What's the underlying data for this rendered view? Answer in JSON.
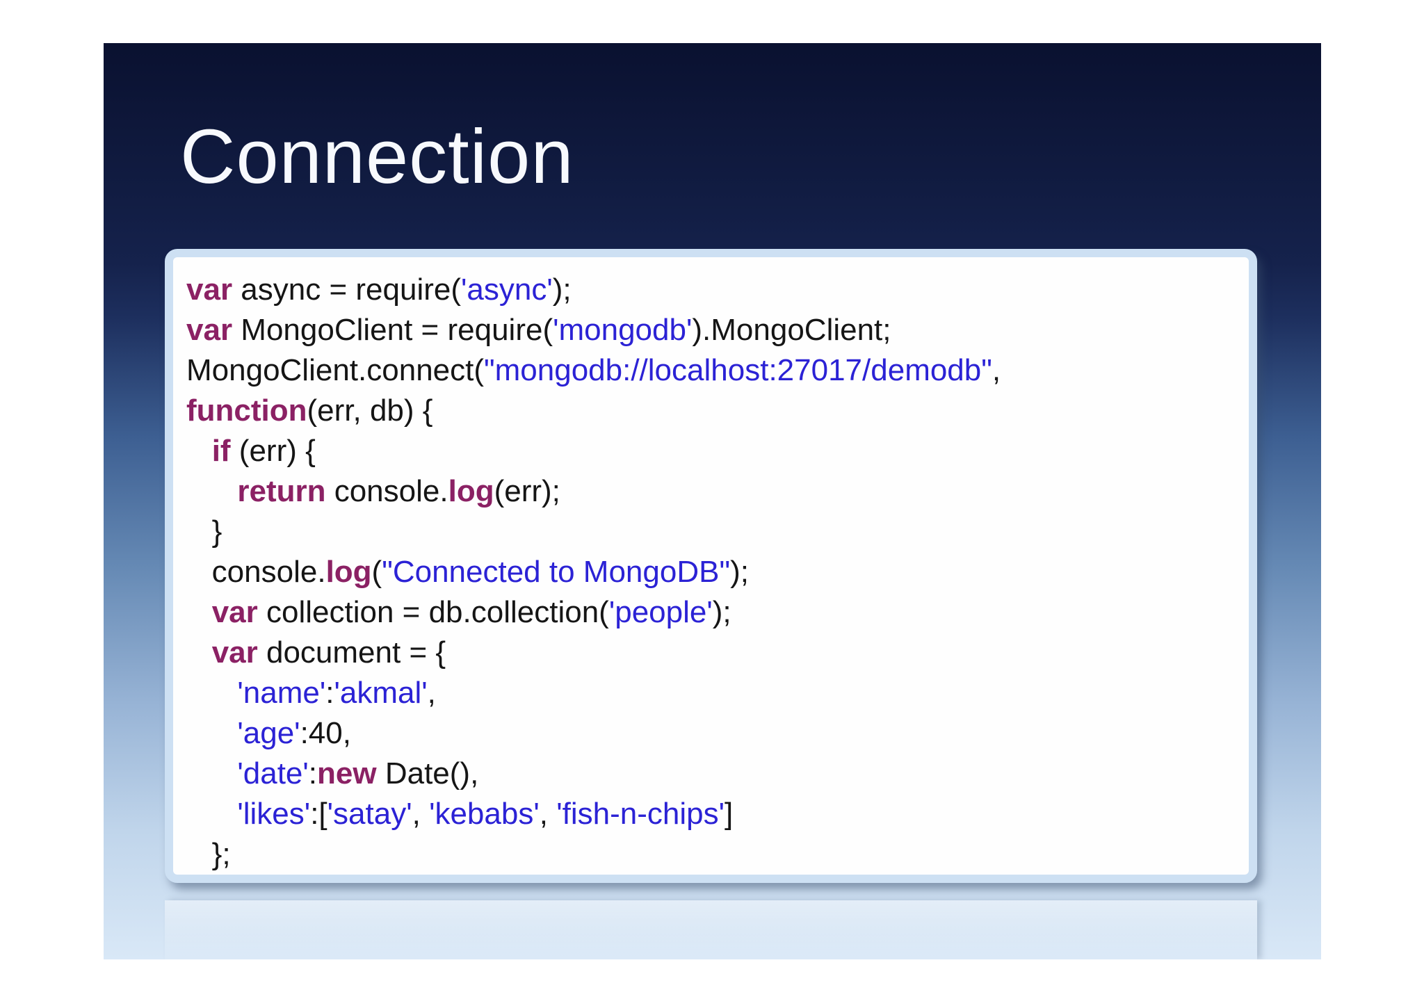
{
  "slide": {
    "title": "Connection",
    "theme": {
      "title_color": "#f7f9fd",
      "header_navy": "#0a1130",
      "gradient_bottom": "#d9e8f7",
      "panel_border": "#cde0f3",
      "panel_background": "#fefefe",
      "keyword_color": "#8b2164",
      "string_color": "#2b22d5",
      "plain_color": "#151515"
    },
    "code_panel": {
      "lines": [
        {
          "tokens": [
            {
              "t": "var",
              "c": "k"
            },
            {
              "t": " async = require(",
              "c": "p"
            },
            {
              "t": "'async'",
              "c": "s"
            },
            {
              "t": ");",
              "c": "p"
            }
          ]
        },
        {
          "tokens": [
            {
              "t": "var",
              "c": "k"
            },
            {
              "t": " MongoClient = require(",
              "c": "p"
            },
            {
              "t": "'mongodb'",
              "c": "s"
            },
            {
              "t": ").MongoClient;",
              "c": "p"
            }
          ]
        },
        {
          "tokens": [
            {
              "t": "MongoClient.connect(",
              "c": "p"
            },
            {
              "t": "\"mongodb://localhost:27017/demodb\"",
              "c": "s"
            },
            {
              "t": ",",
              "c": "p"
            }
          ]
        },
        {
          "tokens": [
            {
              "t": "function",
              "c": "k"
            },
            {
              "t": "(err, db) {",
              "c": "p"
            }
          ]
        },
        {
          "tokens": [
            {
              "t": "   ",
              "c": "p"
            },
            {
              "t": "if",
              "c": "k"
            },
            {
              "t": " (err) {",
              "c": "p"
            }
          ]
        },
        {
          "tokens": [
            {
              "t": "      ",
              "c": "p"
            },
            {
              "t": "return",
              "c": "k"
            },
            {
              "t": " console.",
              "c": "p"
            },
            {
              "t": "log",
              "c": "k"
            },
            {
              "t": "(err);",
              "c": "p"
            }
          ]
        },
        {
          "tokens": [
            {
              "t": "   }",
              "c": "p"
            }
          ]
        },
        {
          "tokens": [
            {
              "t": "   console.",
              "c": "p"
            },
            {
              "t": "log",
              "c": "k"
            },
            {
              "t": "(",
              "c": "p"
            },
            {
              "t": "\"Connected to MongoDB\"",
              "c": "s"
            },
            {
              "t": ");",
              "c": "p"
            }
          ]
        },
        {
          "tokens": [
            {
              "t": "   ",
              "c": "p"
            },
            {
              "t": "var",
              "c": "k"
            },
            {
              "t": " collection = db.collection(",
              "c": "p"
            },
            {
              "t": "'people'",
              "c": "s"
            },
            {
              "t": ");",
              "c": "p"
            }
          ]
        },
        {
          "tokens": [
            {
              "t": "   ",
              "c": "p"
            },
            {
              "t": "var",
              "c": "k"
            },
            {
              "t": " document = {",
              "c": "p"
            }
          ]
        },
        {
          "tokens": [
            {
              "t": "      ",
              "c": "p"
            },
            {
              "t": "'name'",
              "c": "s"
            },
            {
              "t": ":",
              "c": "p"
            },
            {
              "t": "'akmal'",
              "c": "s"
            },
            {
              "t": ",",
              "c": "p"
            }
          ]
        },
        {
          "tokens": [
            {
              "t": "      ",
              "c": "p"
            },
            {
              "t": "'age'",
              "c": "s"
            },
            {
              "t": ":40,",
              "c": "p"
            }
          ]
        },
        {
          "tokens": [
            {
              "t": "      ",
              "c": "p"
            },
            {
              "t": "'date'",
              "c": "s"
            },
            {
              "t": ":",
              "c": "p"
            },
            {
              "t": "new",
              "c": "k"
            },
            {
              "t": " Date(),",
              "c": "p"
            }
          ]
        },
        {
          "tokens": [
            {
              "t": "      ",
              "c": "p"
            },
            {
              "t": "'likes'",
              "c": "s"
            },
            {
              "t": ":[",
              "c": "p"
            },
            {
              "t": "'satay'",
              "c": "s"
            },
            {
              "t": ", ",
              "c": "p"
            },
            {
              "t": "'kebabs'",
              "c": "s"
            },
            {
              "t": ", ",
              "c": "p"
            },
            {
              "t": "'fish-n-chips'",
              "c": "s"
            },
            {
              "t": "]",
              "c": "p"
            }
          ]
        },
        {
          "tokens": [
            {
              "t": "   };",
              "c": "p"
            }
          ]
        }
      ]
    }
  }
}
